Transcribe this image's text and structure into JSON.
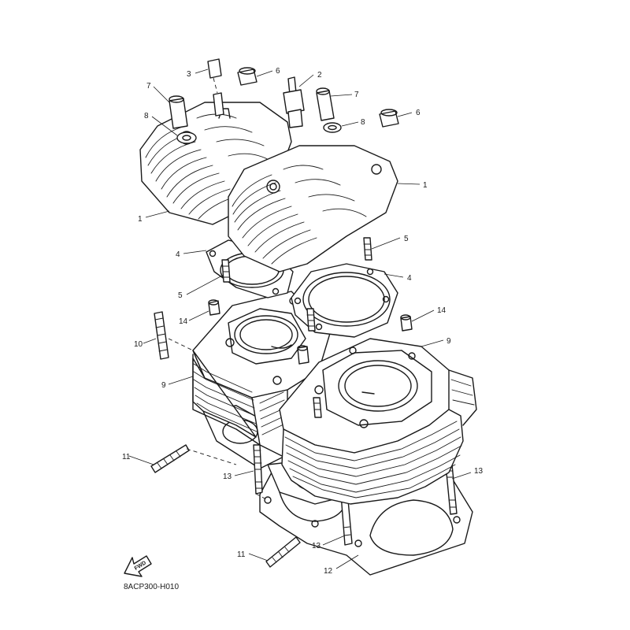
{
  "diagram": {
    "part_labels": [
      "1",
      "1",
      "2",
      "3",
      "4",
      "4",
      "5",
      "5",
      "6",
      "6",
      "7",
      "7",
      "8",
      "8",
      "9",
      "9",
      "10",
      "11",
      "11",
      "12",
      "13",
      "13",
      "13",
      "14",
      "14"
    ],
    "fwd_arrow_text": "FWD",
    "figure_code": "8ACP300-H010"
  }
}
